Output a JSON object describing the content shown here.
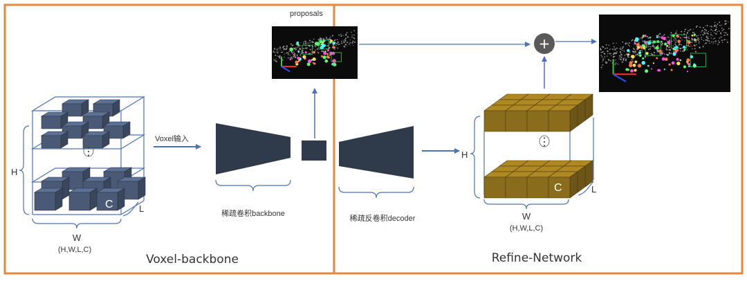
{
  "labels": {
    "proposals": "proposals",
    "voxel_input": "Voxel输入",
    "sparse_backbone": "稀疏卷积backbone",
    "sparse_decoder": "稀疏反卷积decoder",
    "left_H": "H",
    "left_L": "L",
    "left_C": "C",
    "left_W": "W",
    "left_dims": "(H,W,L,C)",
    "left_dots": "⋮",
    "right_H": "H",
    "right_L": "L",
    "right_C": "C",
    "right_W": "W",
    "right_dims": "(H,W,L,C)",
    "right_dots": "⋮",
    "plus": "+",
    "voxel_backbone": "Voxel-backbone",
    "refine_network": "Refine-Network"
  },
  "colors": {
    "border": "#e8873a",
    "arrow": "#4a73b8",
    "encoder": "#2f3a4a",
    "voxel_blue": "#4a5a76",
    "voxel_gold": "#8a6d1c",
    "plus_circle": "#5a5a5a",
    "pointcloud_bg": "#0b0b0b"
  }
}
